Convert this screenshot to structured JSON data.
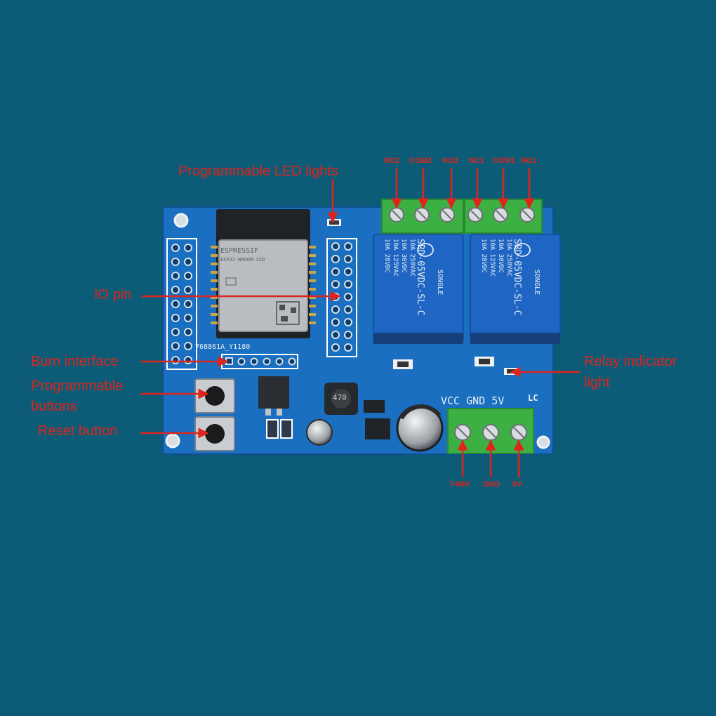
{
  "board": {
    "silkscreen_id": "768861A_Y1180",
    "terminal_block_label": "VCC GND 5V",
    "maker_mark": "LC"
  },
  "module": {
    "brand": "ESPRESSIF",
    "model": "ESP32-WROOM-32D"
  },
  "relays": [
    {
      "brand": "SONGLE",
      "model": "SRD-05VDC-SL-C",
      "ratings": [
        "10A 250VAC",
        "10A 30VDC",
        "10A 125VAC",
        "10A 28VDC"
      ]
    },
    {
      "brand": "SONGLE",
      "model": "SRD-05VDC-SL-C",
      "ratings": [
        "10A 250VAC",
        "10A 30VDC",
        "10A 125VAC",
        "10A 28VDC"
      ]
    }
  ],
  "inductor_mark": "470",
  "callouts": {
    "led": "Programmable LED lights",
    "io": "IO pin",
    "burn": "Burn interface",
    "buttons_line1": "Programmable",
    "buttons_line2": "buttons",
    "reset": "Reset button",
    "relay_ind_line1": "Relay indicator",
    "relay_ind_line2": "light"
  },
  "relay_terminals": [
    "NC2",
    "COM2",
    "NO2",
    "NC1",
    "COM1",
    "NO1"
  ],
  "power_terminals": [
    "7-60V",
    "GND",
    "5V"
  ],
  "colors": {
    "background": "#0d5c77",
    "pcb": "#1a6fc0",
    "terminal_green": "#3cb043",
    "relay_blue": "#1f66c4",
    "annotation_red": "#e0231b"
  }
}
